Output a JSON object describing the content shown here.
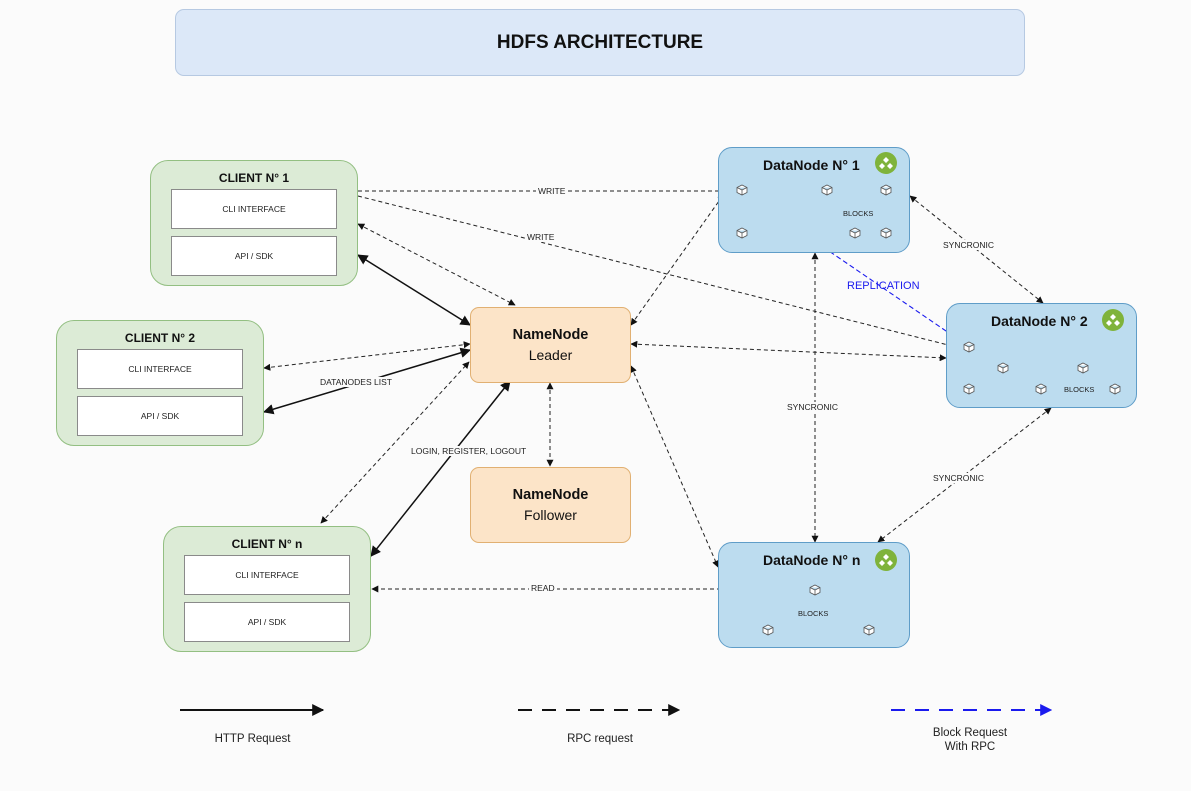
{
  "title": "HDFS ARCHITECTURE",
  "clients": [
    {
      "name": "CLIENT N° 1",
      "cli": "CLI INTERFACE",
      "api": "API / SDK"
    },
    {
      "name": "CLIENT N° 2",
      "cli": "CLI INTERFACE",
      "api": "API / SDK"
    },
    {
      "name": "CLIENT N° n",
      "cli": "CLI INTERFACE",
      "api": "API / SDK"
    }
  ],
  "namenodes": {
    "leader": {
      "line1": "NameNode",
      "line2": "Leader"
    },
    "follower": {
      "line1": "NameNode",
      "line2": "Follower"
    }
  },
  "datanodes": [
    {
      "name": "DataNode N° 1",
      "blocks": "BLOCKS"
    },
    {
      "name": "DataNode N° 2",
      "blocks": "BLOCKS"
    },
    {
      "name": "DataNode N° n",
      "blocks": "BLOCKS"
    }
  ],
  "edge_labels": {
    "write1": "WRITE",
    "write2": "WRITE",
    "datanodes_list": "DATANODES LIST",
    "login": "LOGIN, REGISTER, LOGOUT",
    "read": "READ",
    "replication": "REPLICATION",
    "sync1": "SYNCRONIC",
    "sync2": "SYNCRONIC",
    "sync3": "SYNCRONIC"
  },
  "legend": {
    "http": "HTTP Request",
    "rpc": "RPC request",
    "block_line1": "Block Request",
    "block_line2": "With RPC"
  },
  "colors": {
    "client_fill": "#dcebd6",
    "namenode_fill": "#fce4c8",
    "datanode_fill": "#bcdcef",
    "replication": "#1a1aee",
    "hdfs_logo": "#7fb33b"
  },
  "icons": [
    "hdfs-logo-icon",
    "block-cube-icon"
  ]
}
